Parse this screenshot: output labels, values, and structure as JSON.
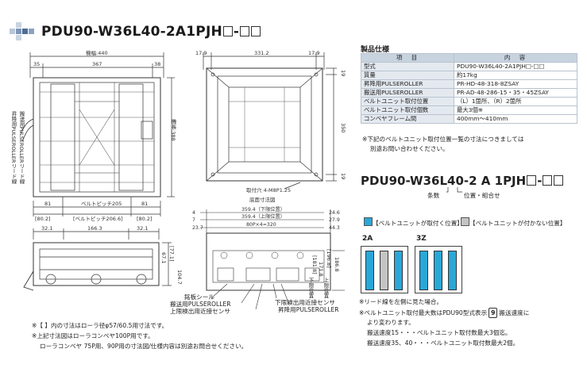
{
  "title": {
    "prefix": "PDU90-W36L40-2A1PJH",
    "suffix": "-"
  },
  "drawing_left": {
    "overall": "機幅:440",
    "dims_top": [
      "35",
      "367",
      "38"
    ],
    "height": "機長:388",
    "side_label_1": "昇降用PULSEROLLERリード線",
    "side_label_2": "搬送用PULSEROLLERリード線",
    "dims_bottom": [
      "81",
      "ベルトピッチ205",
      "81"
    ],
    "dims_bottom2": [
      "[80.2]",
      "[ベルトピッチ206.6]",
      "[80.2]"
    ]
  },
  "drawing_right": {
    "dims_top": [
      "17.9",
      "331.2",
      "17.9"
    ],
    "dims_right": [
      "19",
      "350",
      "19"
    ],
    "label_mount": "取付穴 4-M8P1.25",
    "label_bottom": "底面寸法図"
  },
  "drawing_front": {
    "dims": [
      "32.1",
      "166.3",
      "32.1"
    ],
    "right_dims": [
      "[77.1]",
      "67.1",
      "104.7"
    ]
  },
  "drawing_front2": {
    "dims": [
      "4",
      "7",
      "23.7"
    ],
    "dims_long": [
      "359.4（下限位置）",
      "359.4（上限位置）",
      "80P×4=320"
    ],
    "dims_right": [
      "24.6",
      "27.9",
      "44.3"
    ],
    "right_v": [
      "[181.8]",
      "171.8",
      "[196.8]",
      "186.8"
    ],
    "right_v_labels": [
      "下限位置",
      "上限位置"
    ],
    "callouts": [
      "銘板シール",
      "搬送用PULSEROLLER",
      "上限検出用近接センサ",
      "下限検出用近接センサ",
      "昇降用PULSEROLLER"
    ]
  },
  "spec": {
    "heading": "製品仕様",
    "col_item": "項　目",
    "col_content": "内　容",
    "rows": [
      {
        "k": "型式",
        "v": "PDU90-W36L40-2A1PJH□-□□"
      },
      {
        "k": "質量",
        "v": "約17kg"
      },
      {
        "k": "昇降用PULSEROLLER",
        "v": "PR-HD-48-318-8ZSAY"
      },
      {
        "k": "搬送用PULSEROLLER",
        "v": "PR-AD-48-286-15・35・45ZSAY"
      },
      {
        "k": "ベルトユニット取付位置",
        "v": "（L）1箇所、（R）2箇所"
      },
      {
        "k": "ベルトユニット取付個数",
        "v": "最大3個※"
      },
      {
        "k": "コンベヤフレーム間",
        "v": "400mm～410mm"
      }
    ],
    "note1": "※下記のベルトユニット取付位置一覧の寸法につきましては",
    "note2": "別途お問い合わせください。"
  },
  "model_code": {
    "text": "PDU90-W36L40-",
    "code": "2 A 1PJH",
    "tail": "-",
    "sub1": "条数",
    "sub2": "位置・組合せ"
  },
  "legend": {
    "on": "【ベルトユニットが取付く位置】",
    "off": "【ベルトユニットが付かない位置】",
    "on_color": "#29a8d8",
    "off_color": "#c4c4c4"
  },
  "pattern_labels": [
    "2A",
    "3Z"
  ],
  "notes_right": [
    "※リード線を左側に見た場合。",
    "※ベルトユニット取付最大数はPDU90型式表示",
    "搬送速度に",
    "より変わります。",
    "搬送速度15・・・ベルトユニット取付数最大3個迄。",
    "搬送速度35、40・・・ベルトユニット取付数最大2個。"
  ],
  "speed_badge": "9",
  "notes_left": [
    "※【 】内の寸法はローラ径φ57/60.5用寸法です。",
    "※上記寸法図はローラコンベヤ100P用です。",
    "ローラコンベヤ 75P用、90P用の寸法図/仕様内容は別途お問合せください。"
  ]
}
